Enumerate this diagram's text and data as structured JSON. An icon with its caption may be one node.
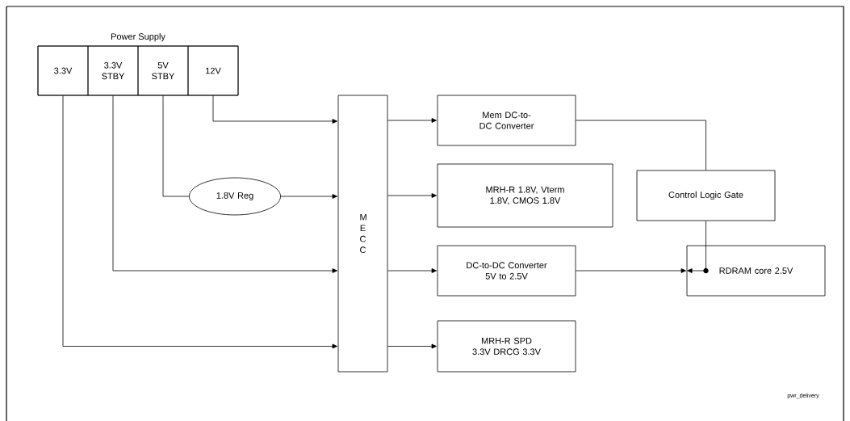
{
  "diagram": {
    "nodes": [
      {
        "text": [
          "Power Supply"
        ]
      },
      {
        "text": [
          "3.3V"
        ],
        "in": 0
      },
      {
        "text": [
          "3.3V STBY"
        ],
        "in": 0
      },
      {
        "text": [
          "5V STBY"
        ],
        "in": 0
      },
      {
        "text": [
          "12V"
        ],
        "in": 0
      },
      {
        "text": [
          "1.8V Reg"
        ]
      },
      {
        "text": [
          "M E C C"
        ]
      },
      {
        "text": [
          "Mem DC-to-DC Converter"
        ]
      },
      {
        "text": [
          "MRH-R 1.8V, Vterm 1.8V, CMOS 1.8V"
        ]
      },
      {
        "text": [
          "DC-to-DC Converter 5V to 2.5V"
        ]
      },
      {
        "text": [
          "MRH-R SPD 3.3V DRCG 3.3V"
        ]
      },
      {
        "text": [
          "Control Logic Gate"
        ]
      },
      {
        "text": [
          "RDRAM core 2.5V"
        ]
      }
    ],
    "edges": [
      {
        "from": 4,
        "to": 6,
        "arrow": "to"
      },
      {
        "from": 3,
        "to": 5,
        "arrow": "none"
      },
      {
        "from": 5,
        "to": 6,
        "arrow": "to"
      },
      {
        "from": 2,
        "to": 6,
        "arrow": "to"
      },
      {
        "from": 1,
        "to": 6,
        "arrow": "to"
      },
      {
        "from": 6,
        "to": 7,
        "arrow": "to"
      },
      {
        "from": 6,
        "to": 8,
        "arrow": "to"
      },
      {
        "from": 6,
        "to": 9,
        "arrow": "to"
      },
      {
        "from": 6,
        "to": 10,
        "arrow": "to"
      },
      {
        "from": 7,
        "to": 11,
        "arrow": "none"
      },
      {
        "from": 11,
        "to": 12,
        "arrow": "to"
      },
      {
        "from": 9,
        "to": 12,
        "arrow": "to"
      }
    ],
    "labels": [
      "pwr_delivery"
    ]
  }
}
